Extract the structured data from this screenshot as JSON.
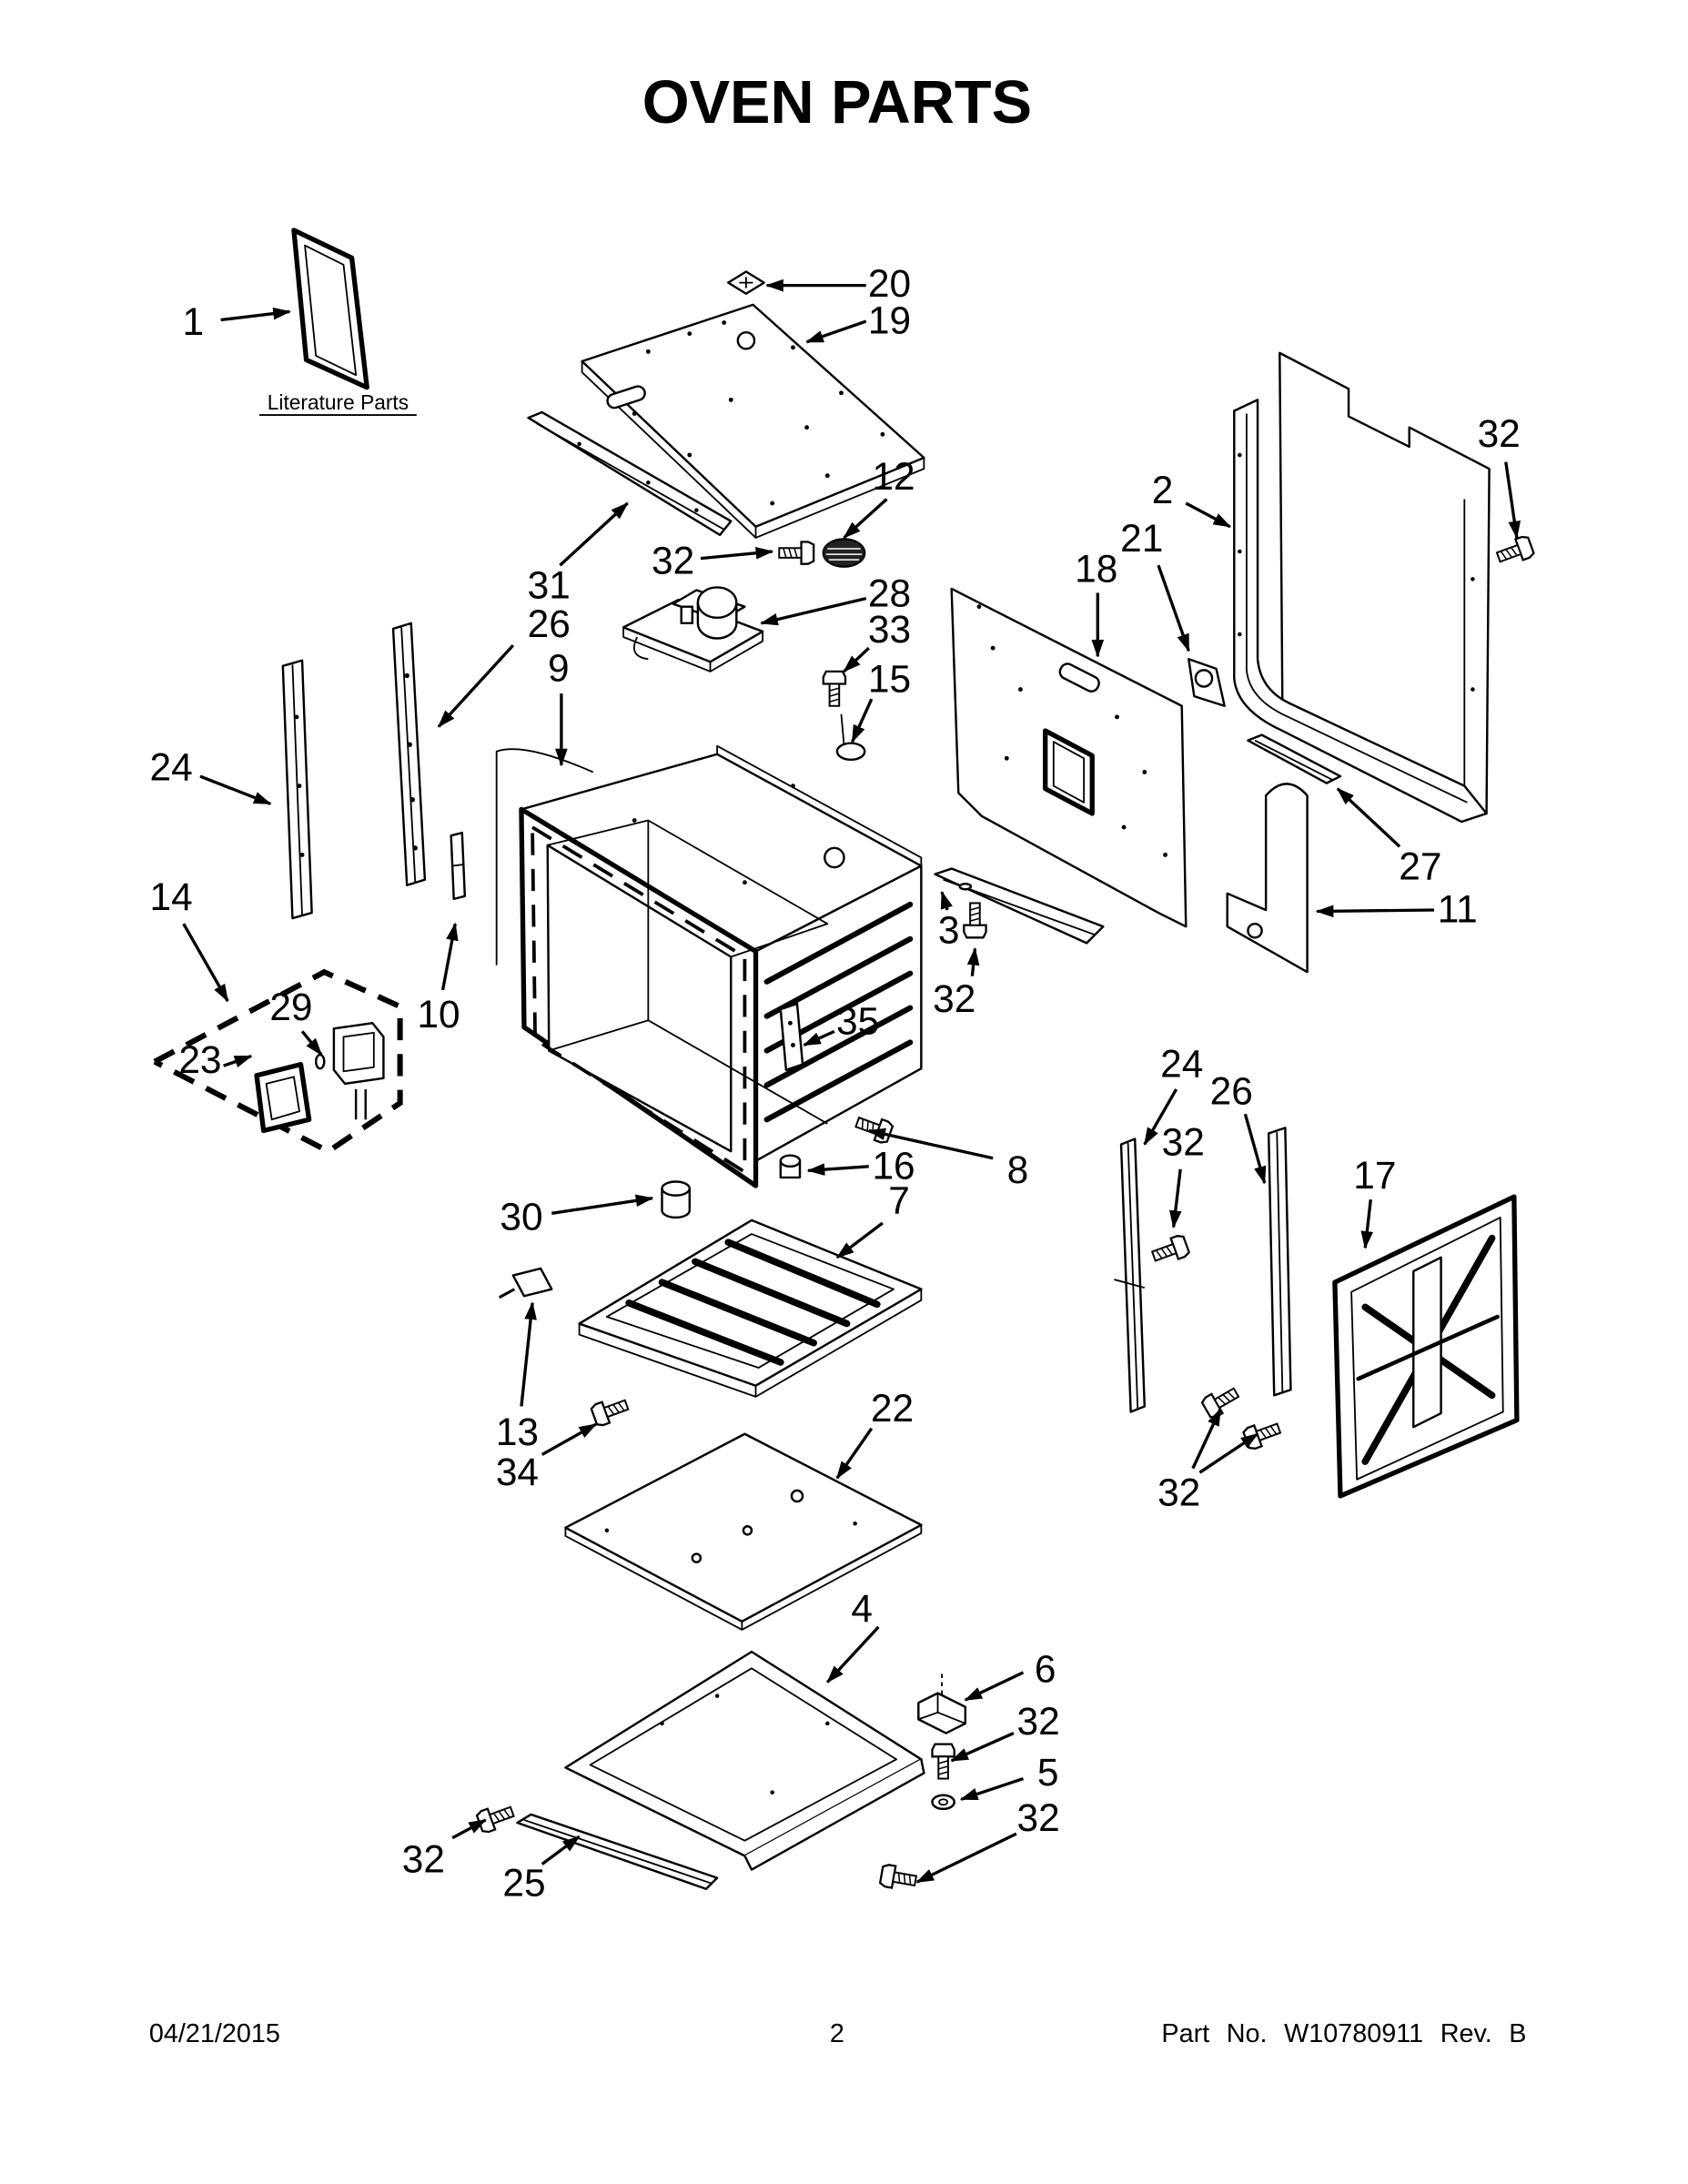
{
  "title": "OVEN PARTS",
  "literature_label": "Literature Parts",
  "callouts": [
    "1",
    "20",
    "19",
    "12",
    "32",
    "28",
    "33",
    "15",
    "31",
    "26",
    "9",
    "24",
    "14",
    "10",
    "29",
    "23",
    "35",
    "3",
    "32",
    "16",
    "8",
    "30",
    "7",
    "2",
    "21",
    "18",
    "32",
    "27",
    "11",
    "24",
    "26",
    "32",
    "17",
    "13",
    "34",
    "22",
    "32",
    "4",
    "6",
    "32",
    "5",
    "32",
    "32",
    "25"
  ],
  "footer": {
    "date": "04/21/2015",
    "page": "2",
    "part_no": "Part No. W10780911 Rev. B"
  }
}
